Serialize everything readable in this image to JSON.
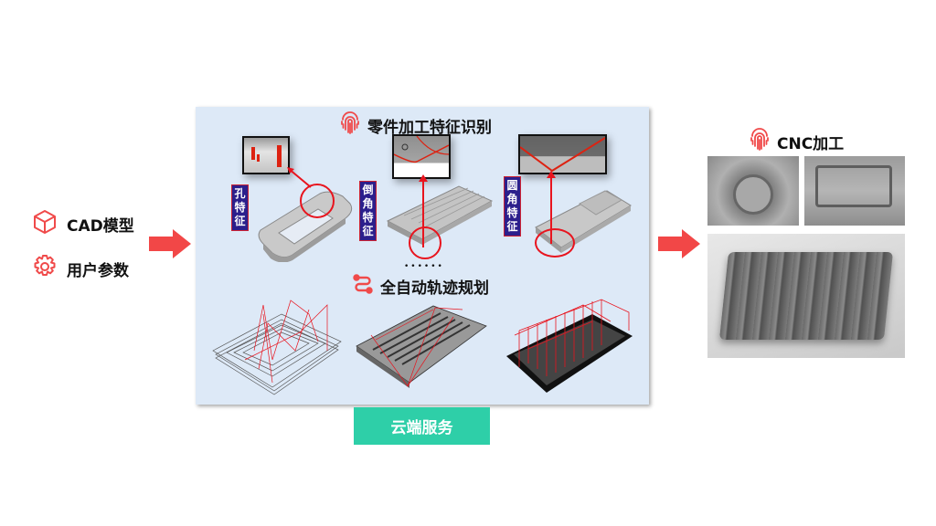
{
  "inputs": {
    "items": [
      {
        "icon": "cube-icon",
        "label": "CAD模型"
      },
      {
        "icon": "gear-icon",
        "label": "用户参数"
      }
    ]
  },
  "cloud_panel": {
    "feature_section": {
      "icon": "fingerprint-icon",
      "title": "零件加工特征识别",
      "features": [
        {
          "tag": [
            "孔",
            "特",
            "征"
          ],
          "name": "孔特征"
        },
        {
          "tag": [
            "倒",
            "角",
            "特",
            "征"
          ],
          "name": "倒角特征"
        },
        {
          "tag": [
            "圆",
            "角",
            "特",
            "征"
          ],
          "name": "圆角特征"
        }
      ]
    },
    "dots": "••••••",
    "path_section": {
      "icon": "route-icon",
      "title": "全自动轨迹规划"
    },
    "label": "云端服务"
  },
  "output": {
    "icon": "fingerprint-icon",
    "title": "CNC加工"
  },
  "colors": {
    "accent_red": "#f04a4a",
    "arrow_red": "#f24747",
    "panel_bg": "#dde9f7",
    "cloud_green": "#2ecfa8",
    "tag_blue": "#2b1f8c"
  }
}
